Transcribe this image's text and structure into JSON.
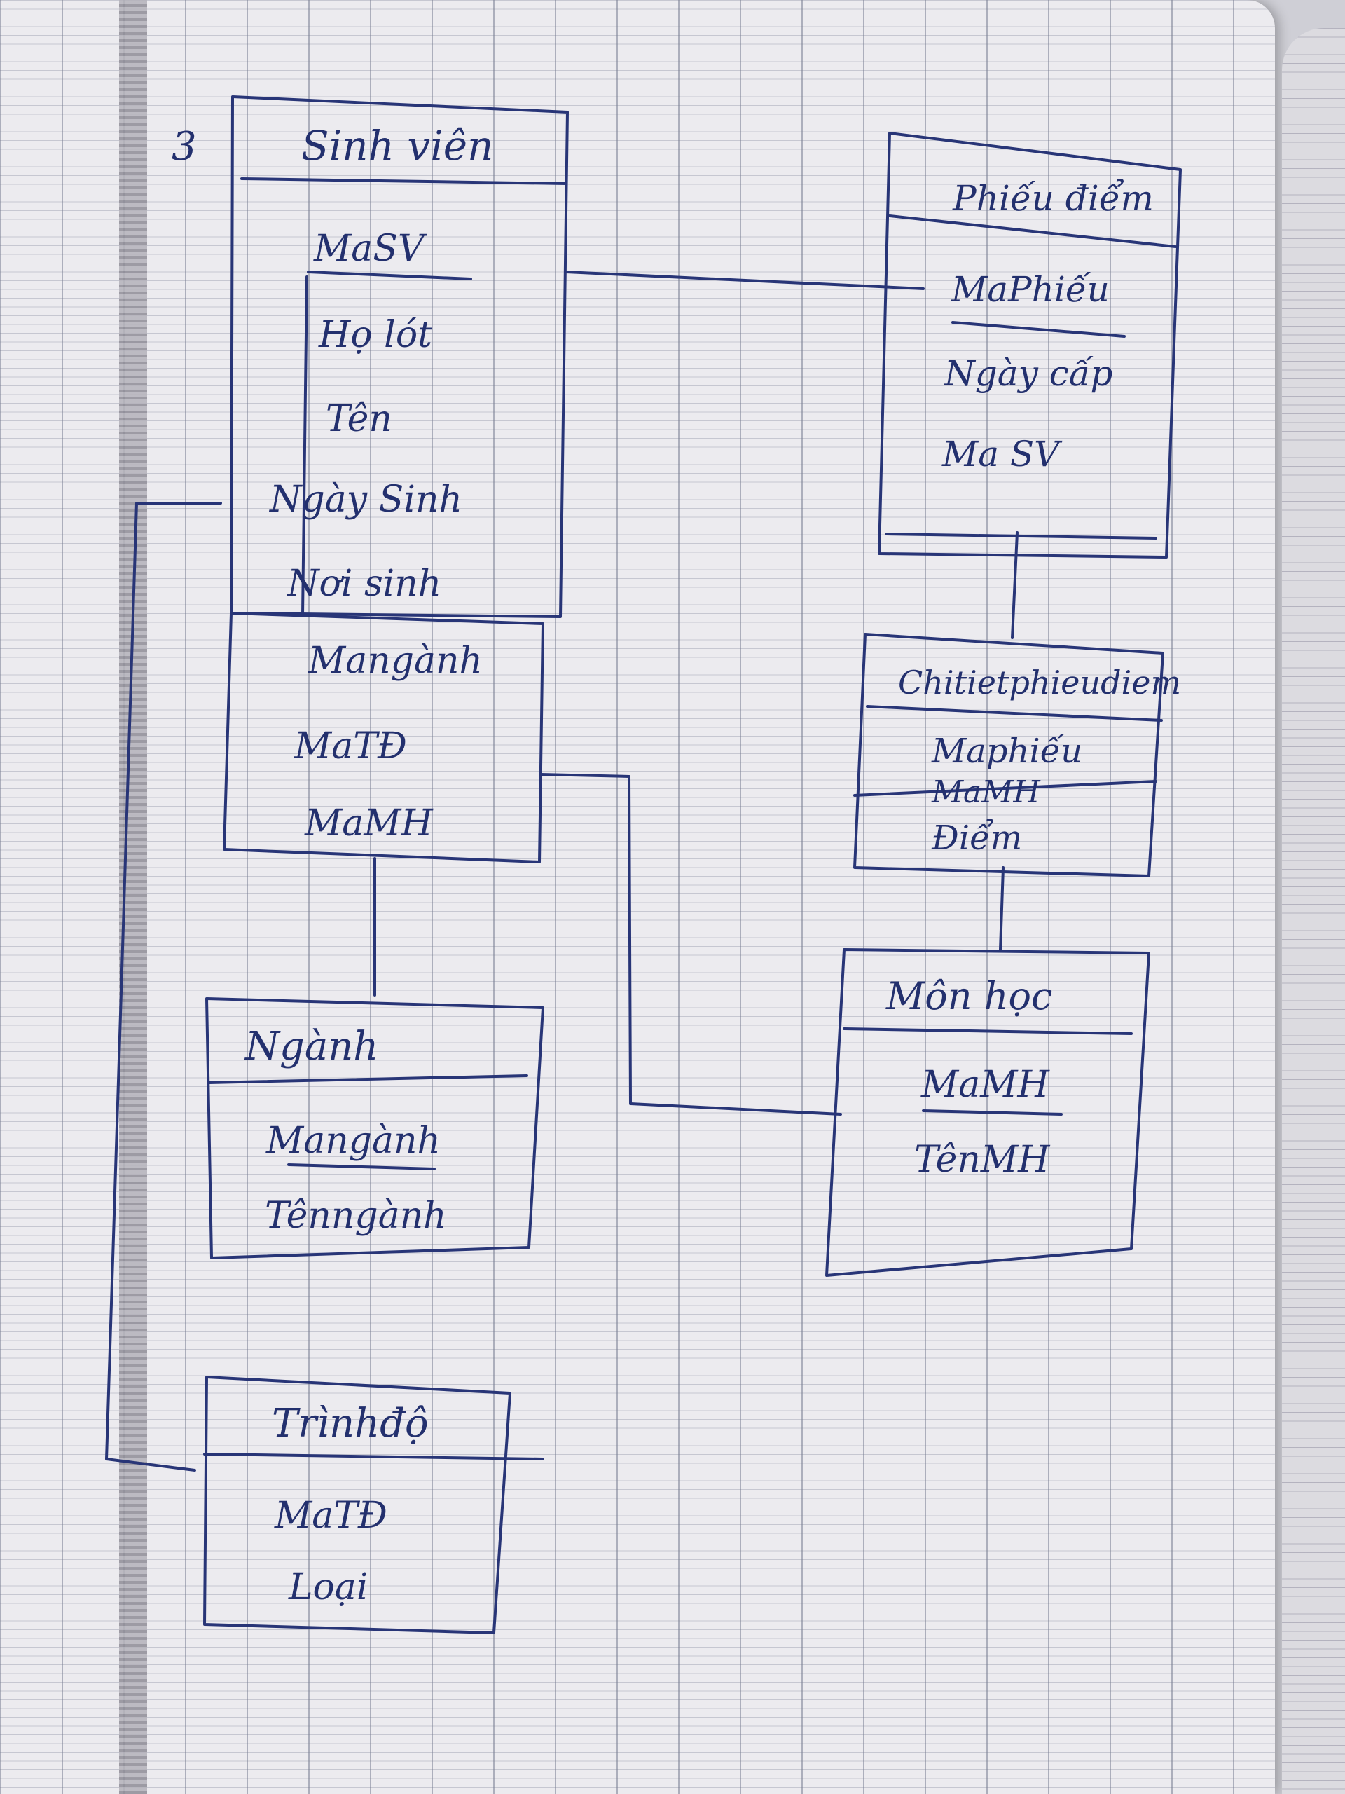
{
  "page_number": "3",
  "entities": {
    "sinhvien": {
      "name": "Sinh viên",
      "attributes": [
        "MaSV",
        "Họ lót",
        "Tên",
        "Ngày Sinh",
        "Nơi sinh",
        "Mangành",
        "MaTĐ",
        "MaMH"
      ]
    },
    "phieudiem": {
      "name": "Phiếu điểm",
      "attributes": [
        "MaPhiếu",
        "Ngày cấp",
        "Ma SV"
      ]
    },
    "chitietphieudiem": {
      "name": "Chitietphieudiem",
      "attributes": [
        "Maphiếu",
        "MaMH",
        "Điểm"
      ]
    },
    "nganh": {
      "name": "Ngành",
      "attributes": [
        "Mangành",
        "Tênngành"
      ]
    },
    "monhoc": {
      "name": "Môn học",
      "attributes": [
        "MaMH",
        "TênMH"
      ]
    },
    "trinhdo": {
      "name": "Trìnhđộ",
      "attributes": [
        "MaTĐ",
        "Loại"
      ]
    }
  }
}
